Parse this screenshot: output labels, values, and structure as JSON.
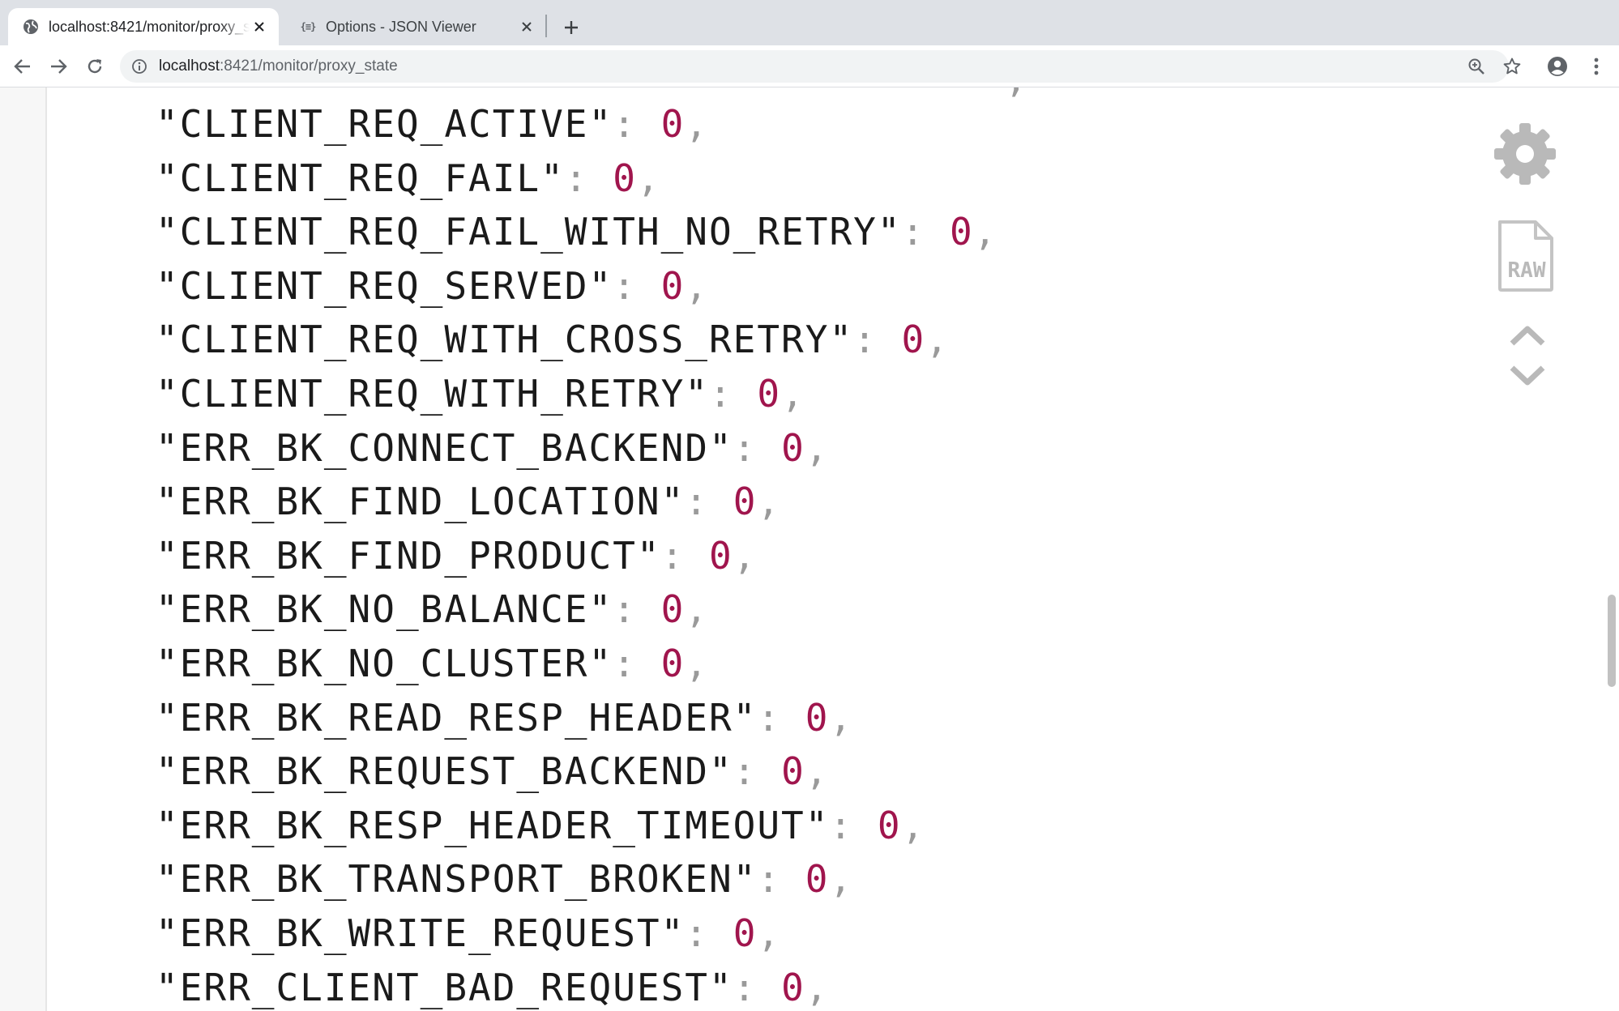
{
  "browser": {
    "tabs": [
      {
        "title": "localhost:8421/monitor/proxy_state",
        "favicon": "globe-icon",
        "active": true
      },
      {
        "title": "Options - JSON Viewer",
        "favicon": "json-braces-icon",
        "favicon_text": "{≡}",
        "active": false
      }
    ],
    "address": {
      "host": "localhost",
      "rest": ":8421/monitor/proxy_state"
    }
  },
  "json_lines": [
    {
      "key": "\"CLIENT_REQ_ACTIVE\"",
      "colon": ":",
      "value": "0",
      "comma": ","
    },
    {
      "key": "\"CLIENT_REQ_FAIL\"",
      "colon": ":",
      "value": "0",
      "comma": ","
    },
    {
      "key": "\"CLIENT_REQ_FAIL_WITH_NO_RETRY\"",
      "colon": ":",
      "value": "0",
      "comma": ","
    },
    {
      "key": "\"CLIENT_REQ_SERVED\"",
      "colon": ":",
      "value": "0",
      "comma": ","
    },
    {
      "key": "\"CLIENT_REQ_WITH_CROSS_RETRY\"",
      "colon": ":",
      "value": "0",
      "comma": ","
    },
    {
      "key": "\"CLIENT_REQ_WITH_RETRY\"",
      "colon": ":",
      "value": "0",
      "comma": ","
    },
    {
      "key": "\"ERR_BK_CONNECT_BACKEND\"",
      "colon": ":",
      "value": "0",
      "comma": ","
    },
    {
      "key": "\"ERR_BK_FIND_LOCATION\"",
      "colon": ":",
      "value": "0",
      "comma": ","
    },
    {
      "key": "\"ERR_BK_FIND_PRODUCT\"",
      "colon": ":",
      "value": "0",
      "comma": ","
    },
    {
      "key": "\"ERR_BK_NO_BALANCE\"",
      "colon": ":",
      "value": "0",
      "comma": ","
    },
    {
      "key": "\"ERR_BK_NO_CLUSTER\"",
      "colon": ":",
      "value": "0",
      "comma": ","
    },
    {
      "key": "\"ERR_BK_READ_RESP_HEADER\"",
      "colon": ":",
      "value": "0",
      "comma": ","
    },
    {
      "key": "\"ERR_BK_REQUEST_BACKEND\"",
      "colon": ":",
      "value": "0",
      "comma": ","
    },
    {
      "key": "\"ERR_BK_RESP_HEADER_TIMEOUT\"",
      "colon": ":",
      "value": "0",
      "comma": ","
    },
    {
      "key": "\"ERR_BK_TRANSPORT_BROKEN\"",
      "colon": ":",
      "value": "0",
      "comma": ","
    },
    {
      "key": "\"ERR_BK_WRITE_REQUEST\"",
      "colon": ":",
      "value": "0",
      "comma": ","
    },
    {
      "key": "\"ERR_CLIENT_BAD_REQUEST\"",
      "colon": ":",
      "value": "0",
      "comma": ","
    }
  ],
  "partial_top_text": ",",
  "raw_button_text": "RAW",
  "colors": {
    "key": "#1a1a1a",
    "number": "#a0154d",
    "punctuation": "#9a9a9a",
    "tool_icon": "#b9b9b9"
  }
}
